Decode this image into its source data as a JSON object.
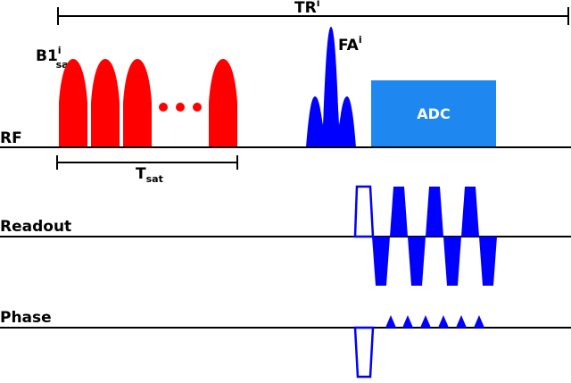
{
  "labels": {
    "tr": "TR",
    "tr_sup": "i",
    "b1": "B1",
    "b1_sup": "i",
    "b1_sub": "sat",
    "fa": "FA",
    "fa_sup": "i",
    "adc": "ADC",
    "tsat": "T",
    "tsat_sub": "sat",
    "rf": "RF",
    "readout": "Readout",
    "phase": "Phase"
  },
  "colors": {
    "saturation_pulse": "#ff0000",
    "excitation_pulse": "#0000ff",
    "adc_block": "#1e88f0",
    "gradient": "#0000ff",
    "line": "#000000"
  }
}
